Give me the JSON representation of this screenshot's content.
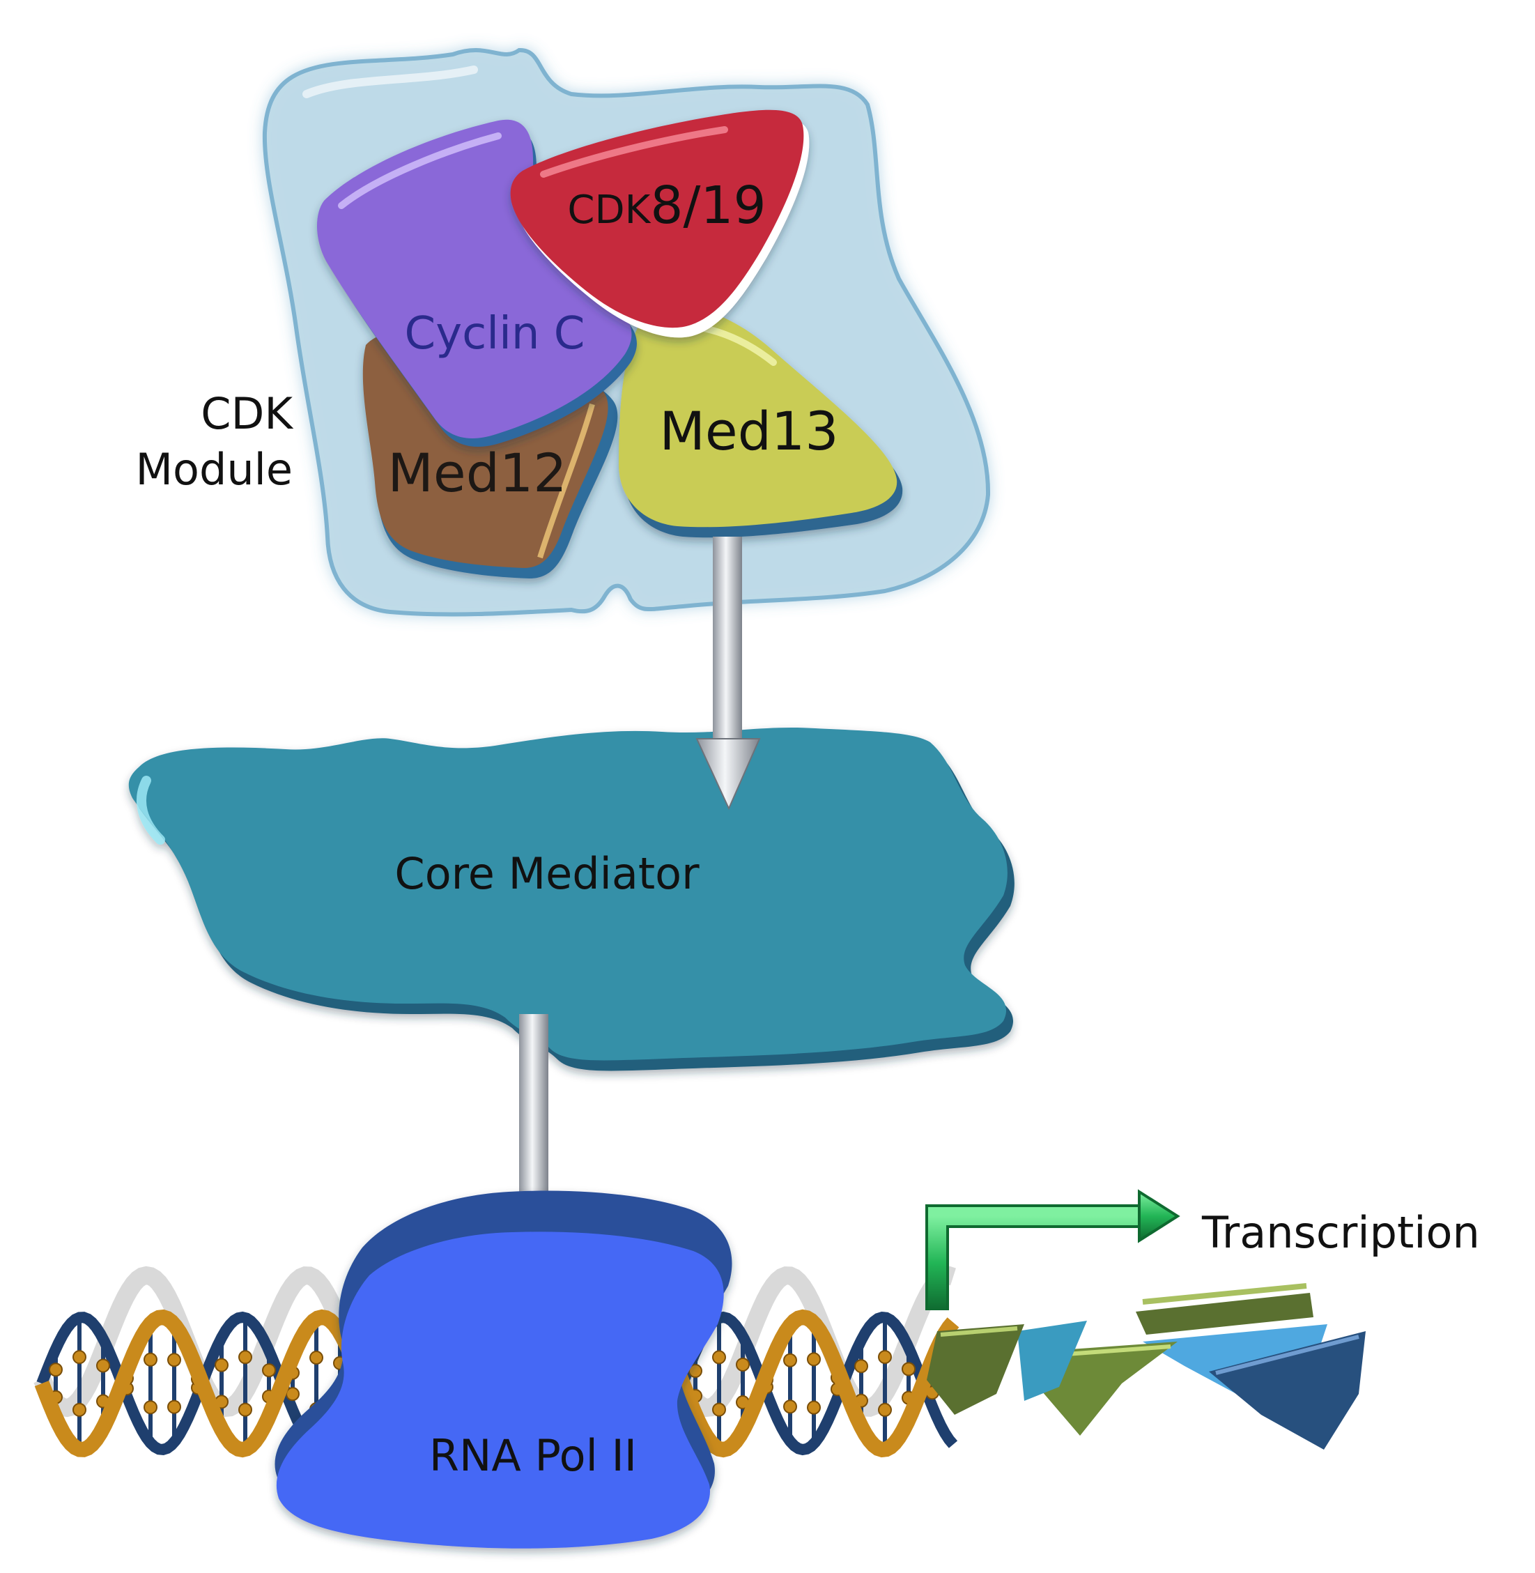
{
  "labels": {
    "cdk_module_line1": "CDK",
    "cdk_module_line2": "Module",
    "cyclin_c": "Cyclin C",
    "cdk_prefix": "CDK",
    "cdk_suffix": "8/19",
    "med12": "Med12",
    "med13": "Med13",
    "core_mediator": "Core Mediator",
    "rna_pol_ii": "RNA Pol II",
    "transcription": "Transcription"
  },
  "colors": {
    "module_envelope": "#bcd9e8",
    "cyclin_c": "#8a68d8",
    "cdk8_19": "#c62a3c",
    "med12": "#8d6040",
    "med13": "#c9cc55",
    "core_mediator": "#3590a8",
    "rna_pol_ii": "#4568f5",
    "dna_backbone": "#c98a1c",
    "dna_strand": "#1f3f6e",
    "transcription_arrow": "#1faa50",
    "rna_segments": [
      "#5a7030",
      "#3a9bc0",
      "#6d8a38",
      "#4fa8e0",
      "#27507e"
    ]
  }
}
